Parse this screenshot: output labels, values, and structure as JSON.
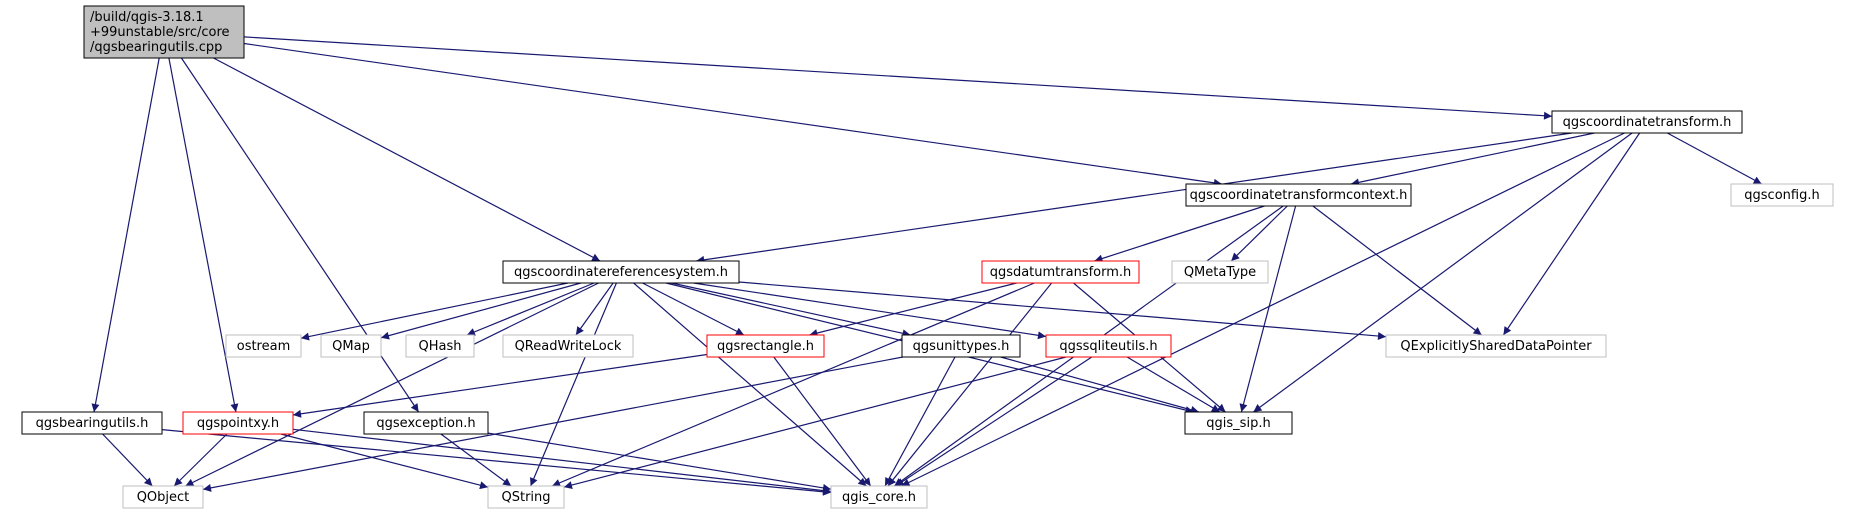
{
  "colors": {
    "edge": "#191970",
    "root_fill": "#bfbfbf",
    "box_black": "#000000",
    "box_red": "#ff0000",
    "box_gray": "#bfbfbf",
    "text": "#000000"
  },
  "nodes": [
    {
      "id": "root",
      "lines": [
        "/build/qgis-3.18.1",
        "+99unstable/src/core",
        "/qgsbearingutils.cpp"
      ],
      "style": "root"
    },
    {
      "id": "coordinatetransform",
      "lines": [
        "qgscoordinatetransform.h"
      ],
      "style": "black"
    },
    {
      "id": "coordinatetransformcontext",
      "lines": [
        "qgscoordinatetransformcontext.h"
      ],
      "style": "black"
    },
    {
      "id": "qgsconfig",
      "lines": [
        "qgsconfig.h"
      ],
      "style": "gray"
    },
    {
      "id": "crs",
      "lines": [
        "qgscoordinatereferencesystem.h"
      ],
      "style": "black"
    },
    {
      "id": "datumtransform",
      "lines": [
        "qgsdatumtransform.h"
      ],
      "style": "red"
    },
    {
      "id": "qmetatype",
      "lines": [
        "QMetaType"
      ],
      "style": "gray"
    },
    {
      "id": "ostream",
      "lines": [
        "ostream"
      ],
      "style": "gray"
    },
    {
      "id": "qmap",
      "lines": [
        "QMap"
      ],
      "style": "gray"
    },
    {
      "id": "qhash",
      "lines": [
        "QHash"
      ],
      "style": "gray"
    },
    {
      "id": "qreadwritelock",
      "lines": [
        "QReadWriteLock"
      ],
      "style": "gray"
    },
    {
      "id": "rectangle",
      "lines": [
        "qgsrectangle.h"
      ],
      "style": "red"
    },
    {
      "id": "unittypes",
      "lines": [
        "qgsunittypes.h"
      ],
      "style": "black"
    },
    {
      "id": "sqliteutils",
      "lines": [
        "qgssqliteutils.h"
      ],
      "style": "red"
    },
    {
      "id": "qesdp",
      "lines": [
        "QExplicitlySharedDataPointer"
      ],
      "style": "gray"
    },
    {
      "id": "bearingutils_h",
      "lines": [
        "qgsbearingutils.h"
      ],
      "style": "black"
    },
    {
      "id": "pointxy",
      "lines": [
        "qgspointxy.h"
      ],
      "style": "red"
    },
    {
      "id": "exception",
      "lines": [
        "qgsexception.h"
      ],
      "style": "black"
    },
    {
      "id": "qgis_sip",
      "lines": [
        "qgis_sip.h"
      ],
      "style": "black"
    },
    {
      "id": "qobject",
      "lines": [
        "QObject"
      ],
      "style": "gray"
    },
    {
      "id": "qstring",
      "lines": [
        "QString"
      ],
      "style": "gray"
    },
    {
      "id": "qgis_core",
      "lines": [
        "qgis_core.h"
      ],
      "style": "gray"
    }
  ],
  "edges": [
    [
      "root",
      "coordinatetransform"
    ],
    [
      "root",
      "coordinatetransformcontext"
    ],
    [
      "root",
      "crs"
    ],
    [
      "root",
      "bearingutils_h"
    ],
    [
      "root",
      "pointxy"
    ],
    [
      "root",
      "exception"
    ],
    [
      "coordinatetransform",
      "coordinatetransformcontext"
    ],
    [
      "coordinatetransform",
      "crs"
    ],
    [
      "coordinatetransform",
      "qgsconfig"
    ],
    [
      "coordinatetransform",
      "qesdp"
    ],
    [
      "coordinatetransform",
      "qgis_sip"
    ],
    [
      "coordinatetransform",
      "qgis_core"
    ],
    [
      "coordinatetransformcontext",
      "datumtransform"
    ],
    [
      "coordinatetransformcontext",
      "qmetatype"
    ],
    [
      "coordinatetransformcontext",
      "qesdp"
    ],
    [
      "coordinatetransformcontext",
      "qgis_sip"
    ],
    [
      "coordinatetransformcontext",
      "qgis_core"
    ],
    [
      "crs",
      "ostream"
    ],
    [
      "crs",
      "qmap"
    ],
    [
      "crs",
      "qhash"
    ],
    [
      "crs",
      "qreadwritelock"
    ],
    [
      "crs",
      "rectangle"
    ],
    [
      "crs",
      "unittypes"
    ],
    [
      "crs",
      "sqliteutils"
    ],
    [
      "crs",
      "qesdp"
    ],
    [
      "crs",
      "qgis_sip"
    ],
    [
      "crs",
      "qobject"
    ],
    [
      "crs",
      "qstring"
    ],
    [
      "crs",
      "qgis_core"
    ],
    [
      "datumtransform",
      "rectangle"
    ],
    [
      "datumtransform",
      "qstring"
    ],
    [
      "datumtransform",
      "qgis_sip"
    ],
    [
      "datumtransform",
      "qgis_core"
    ],
    [
      "rectangle",
      "pointxy"
    ],
    [
      "rectangle",
      "qgis_core"
    ],
    [
      "unittypes",
      "qobject"
    ],
    [
      "unittypes",
      "qgis_sip"
    ],
    [
      "unittypes",
      "qgis_core"
    ],
    [
      "sqliteutils",
      "qstring"
    ],
    [
      "sqliteutils",
      "qgis_sip"
    ],
    [
      "sqliteutils",
      "qgis_core"
    ],
    [
      "bearingutils_h",
      "qobject"
    ],
    [
      "bearingutils_h",
      "qgis_core"
    ],
    [
      "pointxy",
      "qobject"
    ],
    [
      "pointxy",
      "qstring"
    ],
    [
      "pointxy",
      "qgis_core"
    ],
    [
      "exception",
      "qstring"
    ],
    [
      "exception",
      "qgis_core"
    ]
  ]
}
